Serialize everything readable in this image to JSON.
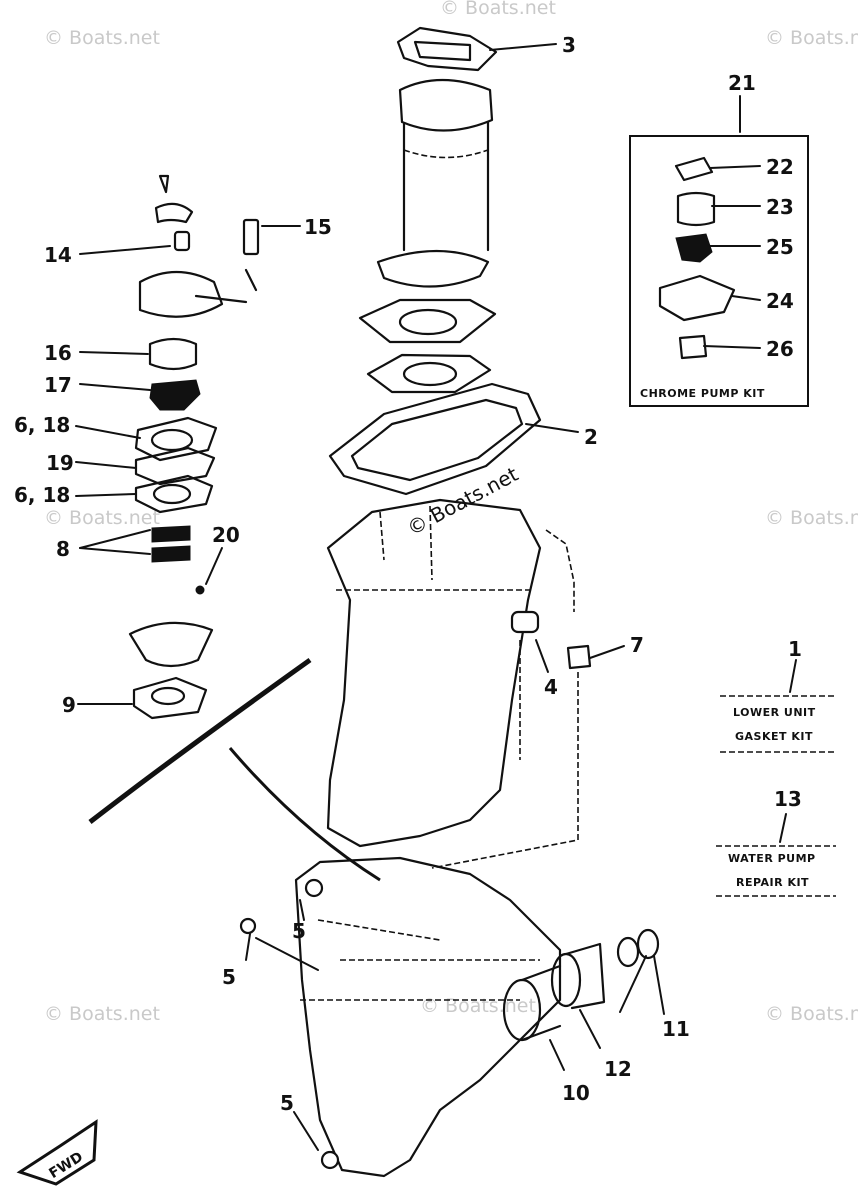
{
  "callouts": [
    "1",
    "2",
    "3",
    "4",
    "5",
    "5",
    "5",
    "6, 18",
    "6, 18",
    "7",
    "8",
    "9",
    "10",
    "11",
    "12",
    "13",
    "14",
    "15",
    "16",
    "17",
    "19",
    "20",
    "21",
    "22",
    "23",
    "24",
    "25",
    "26"
  ],
  "kits": {
    "chrome_pump_kit": "CHROME PUMP KIT",
    "lower_unit_gasket_kit": [
      "LOWER UNIT",
      "GASKET KIT"
    ],
    "water_pump_repair_kit": [
      "WATER PUMP",
      "REPAIR KIT"
    ]
  },
  "watermark": "© Boats.net",
  "direction_label": "FWD"
}
